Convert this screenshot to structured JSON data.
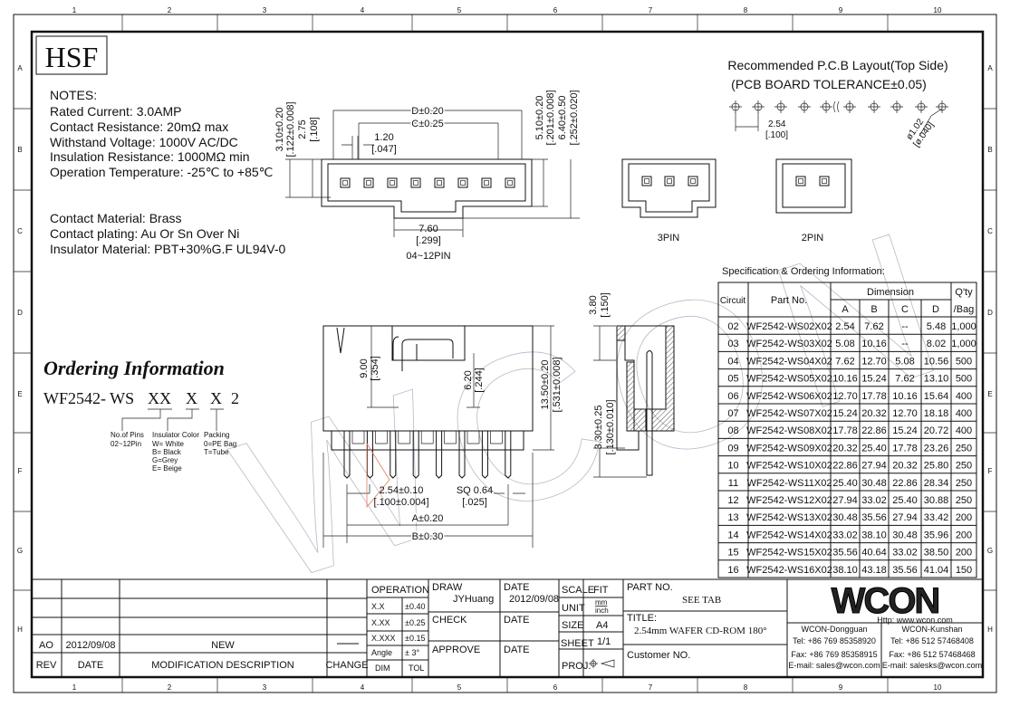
{
  "grid": {
    "cols": [
      "1",
      "2",
      "3",
      "4",
      "5",
      "6",
      "7",
      "8",
      "9",
      "10"
    ],
    "rows": [
      "A",
      "B",
      "C",
      "D",
      "E",
      "F",
      "G",
      "H"
    ]
  },
  "logo": "HSF",
  "watermark": "WCON",
  "notes": {
    "heading": "NOTES:",
    "lines": [
      "Rated Current: 3.0AMP",
      "Contact Resistance: 20mΩ max",
      "Withstand Voltage: 1000V AC/DC",
      "Insulation Resistance: 1000MΩ min",
      "Operation Temperature: -25℃ to +85℃"
    ],
    "materials": [
      "Contact Material: Brass",
      "Contact plating: Au Or Sn Over Ni",
      "Insulator Material: PBT+30%G.F UL94V-0"
    ]
  },
  "ordering": {
    "title": "Ordering Information",
    "code": [
      "WF2542- WS",
      "XX",
      "X",
      "X",
      "2"
    ],
    "pins": [
      "No.of Pins",
      "02~12Pin"
    ],
    "color": [
      "Insulator Color",
      "W= White",
      "B= Black",
      "G=Grey",
      "E= Beige"
    ],
    "packing": [
      "Packing",
      "0=PE Bag",
      "T=Tube"
    ]
  },
  "top_view": {
    "d": "D±0.20",
    "c": "C±0.25",
    "w1": "1.20",
    "w1i": "[.047]",
    "h1": "3.10±0.20",
    "h1i": "[.122±0.008]",
    "h2": "2.75",
    "h2i": "[.108]",
    "h3": "5.10±0.20",
    "h3i": "[.201±0.008]",
    "h4": "6.40±0.50",
    "h4i": "[.252±0.020]",
    "tab": "7.60",
    "tabi": "[.299]",
    "label": "04~12PIN"
  },
  "pcb": {
    "title": "Recommended P.C.B Layout(Top Side)",
    "tolerance": "(PCB BOARD TOLERANCE±0.05)",
    "pitch": "2.54",
    "pitchi": "[.100]",
    "hole": "ø1.02",
    "holei": "[ø.040]",
    "pin3": "3PIN",
    "pin2": "2PIN"
  },
  "front_view": {
    "h1": "9.00",
    "h1i": "[.354]",
    "h2": "6.20",
    "h2i": "[.244]",
    "h3": "13.50±0.20",
    "h3i": "[.531±0.008]",
    "pitch": "2.54±0.10",
    "pitchi": "[.100±0.004]",
    "sq": "SQ 0.64",
    "sqi": "[.025]",
    "a": "A±0.20",
    "b": "B±0.30"
  },
  "side_view": {
    "h1": "3.80",
    "h1i": "[.150]",
    "h2": "3.30±0.25",
    "h2i": "[.130±0.010]"
  },
  "spec": {
    "title": "Specification & Ordering Information:",
    "headers": {
      "circuit": "Circuit",
      "part": "Part No.",
      "dimension": "Dimension",
      "a": "A",
      "b": "B",
      "c": "C",
      "d": "D",
      "qty1": "Q'ty",
      "qty2": "/Bag"
    },
    "rows": [
      [
        "02",
        "WF2542-WS02X02",
        "2.54",
        "7.62",
        "--",
        "5.48",
        "1,000"
      ],
      [
        "03",
        "WF2542-WS03X02",
        "5.08",
        "10.16",
        "--",
        "8.02",
        "1,000"
      ],
      [
        "04",
        "WF2542-WS04X02",
        "7.62",
        "12.70",
        "5.08",
        "10.56",
        "500"
      ],
      [
        "05",
        "WF2542-WS05X02",
        "10.16",
        "15.24",
        "7.62",
        "13.10",
        "500"
      ],
      [
        "06",
        "WF2542-WS06X02",
        "12.70",
        "17.78",
        "10.16",
        "15.64",
        "400"
      ],
      [
        "07",
        "WF2542-WS07X02",
        "15.24",
        "20.32",
        "12.70",
        "18.18",
        "400"
      ],
      [
        "08",
        "WF2542-WS08X02",
        "17.78",
        "22.86",
        "15.24",
        "20.72",
        "400"
      ],
      [
        "09",
        "WF2542-WS09X02",
        "20.32",
        "25.40",
        "17.78",
        "23.26",
        "250"
      ],
      [
        "10",
        "WF2542-WS10X02",
        "22.86",
        "27.94",
        "20.32",
        "25.80",
        "250"
      ],
      [
        "11",
        "WF2542-WS11X02",
        "25.40",
        "30.48",
        "22.86",
        "28.34",
        "250"
      ],
      [
        "12",
        "WF2542-WS12X02",
        "27.94",
        "33.02",
        "25.40",
        "30.88",
        "250"
      ],
      [
        "13",
        "WF2542-WS13X02",
        "30.48",
        "35.56",
        "27.94",
        "33.42",
        "200"
      ],
      [
        "14",
        "WF2542-WS14X02",
        "33.02",
        "38.10",
        "30.48",
        "35.96",
        "200"
      ],
      [
        "15",
        "WF2542-WS15X02",
        "35.56",
        "40.64",
        "33.02",
        "38.50",
        "200"
      ],
      [
        "16",
        "WF2542-WS16X02",
        "38.10",
        "43.18",
        "35.56",
        "41.04",
        "150"
      ]
    ]
  },
  "revision": {
    "rev": "AO",
    "date": "2012/09/08",
    "desc": "NEW",
    "h_rev": "REV",
    "h_date": "DATE",
    "h_desc": "MODIFICATION DESCRIPTION",
    "h_change": "CHANGE"
  },
  "titleblock": {
    "operation": "OPERATION",
    "tol": [
      [
        "X.X",
        "±0.40"
      ],
      [
        "X.XX",
        "±0.25"
      ],
      [
        "X.XXX",
        "±0.15"
      ],
      [
        "Angle",
        "± 3°"
      ]
    ],
    "dim": "DIM",
    "tolh": "TOL",
    "draw": "DRAW",
    "drawer": "JYHuang",
    "date_label": "DATE",
    "draw_date": "2012/09/08",
    "check": "CHECK",
    "approve": "APPROVE",
    "scale": "SCALE",
    "scale_val": "FIT",
    "unit": "UNIT",
    "unit_val1": "mm",
    "unit_val2": "inch",
    "size": "SIZE",
    "size_val": "A4",
    "sheet": "SHEET",
    "sheet_val": "1/1",
    "proj": "PROJ.",
    "part_no": "PART NO.",
    "part_val": "SEE TAB",
    "title": "TITLE:",
    "title_val": "2.54mm WAFER CD-ROM 180°",
    "customer": "Customer NO.",
    "brand": "WCON",
    "url": "Http: www.wcon.com",
    "dongguan": [
      "WCON-Dongguan",
      "Tel: +86 769 85358920",
      "Fax: +86 769 85358915",
      "E-mail: sales@wcon.com"
    ],
    "kunshan": [
      "WCON-Kunshan",
      "Tel: +86 512 57468408",
      "Fax: +86 512 57468468",
      "E-mail: salesks@wcon.com"
    ]
  }
}
